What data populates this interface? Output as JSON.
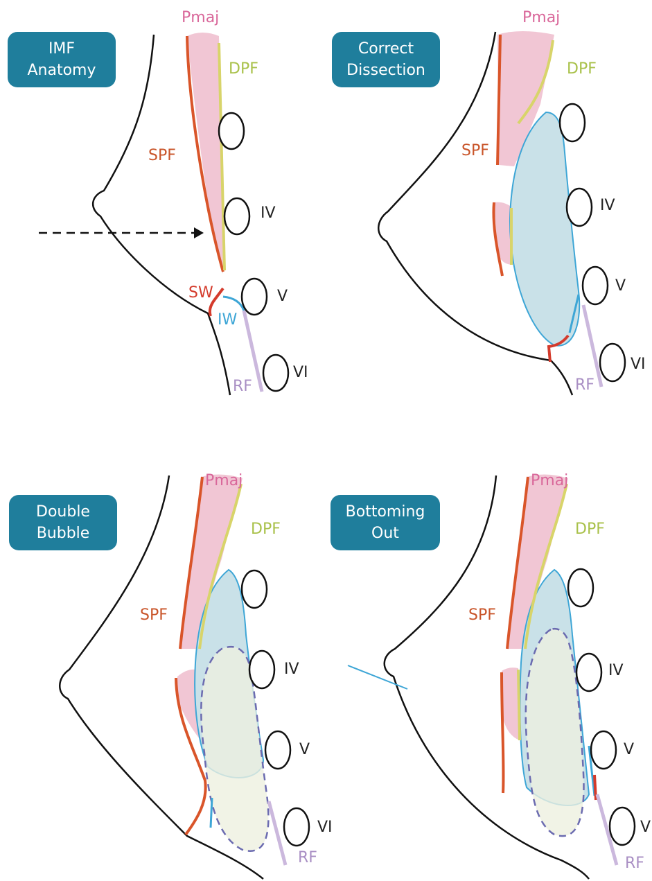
{
  "panels": [
    {
      "title_line1": "IMF",
      "title_line2": "Anatomy",
      "labels": {
        "pmaj": "Pmaj",
        "dpf": "DPF",
        "spf": "SPF",
        "sw": "SW",
        "iw": "IW",
        "rf": "RF",
        "iv": "IV",
        "v": "V",
        "vi": "VI"
      }
    },
    {
      "title_line1": "Correct",
      "title_line2": "Dissection",
      "labels": {
        "pmaj": "Pmaj",
        "dpf": "DPF",
        "spf": "SPF",
        "rf": "RF",
        "iv": "IV",
        "v": "V",
        "vi": "VI"
      }
    },
    {
      "title_line1": "Double",
      "title_line2": "Bubble",
      "labels": {
        "pmaj": "Pmaj",
        "dpf": "DPF",
        "spf": "SPF",
        "rf": "RF",
        "iv": "IV",
        "v": "V",
        "vi": "VI"
      }
    },
    {
      "title_line1": "Bottoming",
      "title_line2": "Out",
      "labels": {
        "pmaj": "Pmaj",
        "dpf": "DPF",
        "spf": "SPF",
        "rf": "RF",
        "iv": "IV",
        "v": "V",
        "vi": "V"
      }
    }
  ],
  "colors": {
    "badge": "#1f7e9c",
    "pmaj": "#f1c6d4",
    "implant": "#c9e1e8",
    "lower_pocket": "#eef0e0",
    "spf": "#d9552a",
    "dpf": "#d8d46a",
    "sw": "#d43b2c",
    "iw": "#3ea6d6",
    "rf": "#cbb8dd",
    "dashed_outline": "#6b6bb0"
  },
  "icons": {
    "arrow": "dashed-arrow-icon"
  }
}
